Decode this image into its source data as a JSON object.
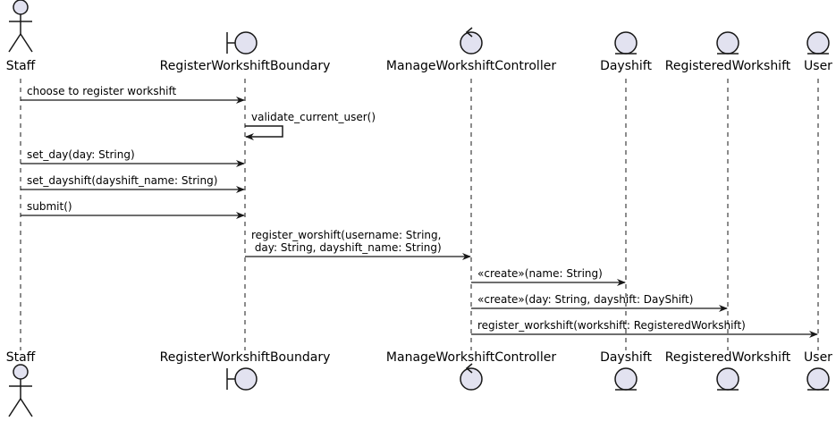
{
  "participants": [
    {
      "id": "staff",
      "name": "Staff",
      "type": "actor"
    },
    {
      "id": "boundary",
      "name": "RegisterWorkshiftBoundary",
      "type": "boundary"
    },
    {
      "id": "controller",
      "name": "ManageWorkshiftController",
      "type": "control"
    },
    {
      "id": "dayshift",
      "name": "Dayshift",
      "type": "entity"
    },
    {
      "id": "registered",
      "name": "RegisteredWorkshift",
      "type": "entity"
    },
    {
      "id": "user",
      "name": "User",
      "type": "entity"
    }
  ],
  "messages": [
    {
      "from": "staff",
      "to": "boundary",
      "lines": [
        "choose to register workshift"
      ]
    },
    {
      "from": "boundary",
      "to": "boundary",
      "lines": [
        "validate_current_user()"
      ]
    },
    {
      "from": "staff",
      "to": "boundary",
      "lines": [
        "set_day(day: String)"
      ]
    },
    {
      "from": "staff",
      "to": "boundary",
      "lines": [
        "set_dayshift(dayshift_name: String)"
      ]
    },
    {
      "from": "staff",
      "to": "boundary",
      "lines": [
        "submit()"
      ]
    },
    {
      "from": "boundary",
      "to": "controller",
      "lines": [
        "register_worshift(username: String,",
        " day: String, dayshift_name: String)"
      ]
    },
    {
      "from": "controller",
      "to": "dayshift",
      "lines": [
        "«create»(name: String)"
      ]
    },
    {
      "from": "controller",
      "to": "registered",
      "lines": [
        "«create»(day: String, dayshift: DayShift)"
      ]
    },
    {
      "from": "controller",
      "to": "user",
      "lines": [
        "register_workshift(workshift: RegisteredWorkshift)"
      ]
    }
  ],
  "colors": {
    "fill": "#E2E2F0",
    "stroke": "#181818",
    "lifeline": "#181818"
  }
}
